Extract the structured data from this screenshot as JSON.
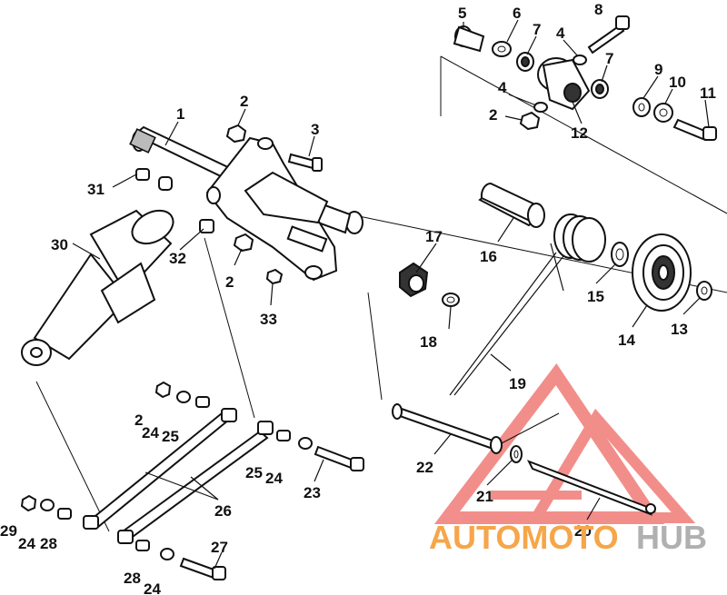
{
  "callouts": [
    "1",
    "2",
    "3",
    "4",
    "5",
    "6",
    "7",
    "8",
    "9",
    "10",
    "11",
    "12",
    "13",
    "14",
    "15",
    "16",
    "17",
    "18",
    "19",
    "20",
    "21",
    "22",
    "23",
    "24",
    "25",
    "26",
    "27",
    "28",
    "29",
    "30",
    "31",
    "32",
    "33"
  ],
  "watermark": {
    "text_a": "AUTOMOTO",
    "text_b": "HUB",
    "color_a": "#f6a64a",
    "color_b": "#b0b0b0",
    "triangle_color": "#e8322b"
  }
}
